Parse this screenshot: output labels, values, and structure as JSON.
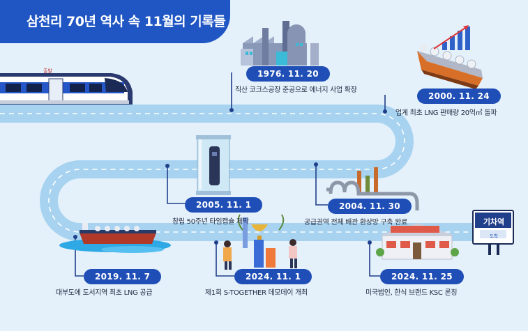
{
  "title": "삼천리 70년 역사 속 11월의 기록들",
  "train_label": "출발",
  "station": {
    "name": "기차역",
    "sub": "도착"
  },
  "milestones": [
    {
      "date": "1976. 11. 20",
      "caption": "직산 코크스공장 준공으로 에너지 사업 확장"
    },
    {
      "date": "2000. 11. 24",
      "caption": "업계 최초 LNG 판매량 20억㎥ 돌파"
    },
    {
      "date": "2005. 11. 1",
      "caption": "창립 50주년 타임캡슐 제막"
    },
    {
      "date": "2004. 11. 30",
      "caption": "공급권역 전체 배관 환상망 구축 완료"
    },
    {
      "date": "2019. 11. 7",
      "caption": "대부도에 도서지역 최초 LNG 공급"
    },
    {
      "date": "2024. 11. 1",
      "caption": "제1회 S-TOGETHER 데모데이 개최"
    },
    {
      "date": "2024. 11. 25",
      "caption": "미국법인, 한식 브랜드 KSC 론칭"
    }
  ]
}
